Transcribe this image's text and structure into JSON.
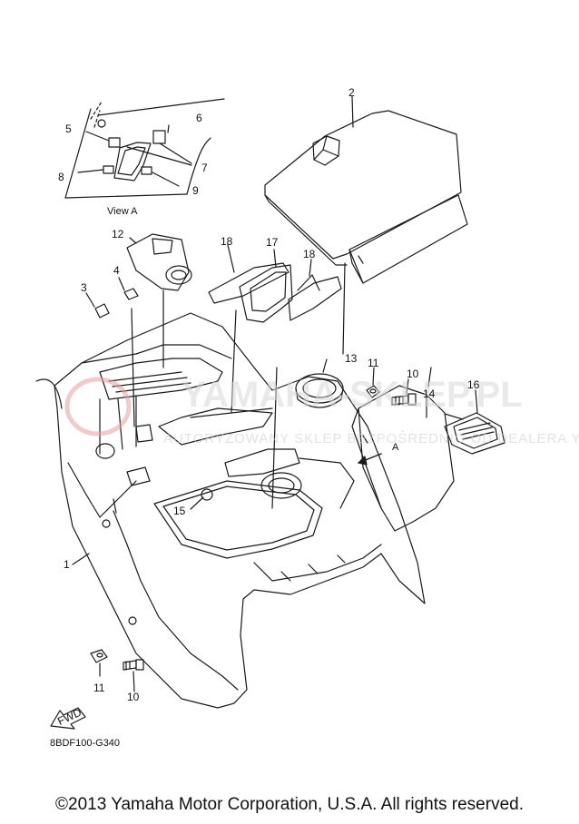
{
  "diagram": {
    "callouts": {
      "c1": "1",
      "c2": "2",
      "c3": "3",
      "c4": "4",
      "c5": "5",
      "c6": "6",
      "c7": "7",
      "c8": "8",
      "c9": "9",
      "c10a": "10",
      "c10b": "10",
      "c11a": "11",
      "c11b": "11",
      "c12": "12",
      "c13": "13",
      "c14": "14",
      "c15": "15",
      "c16": "16",
      "c17": "17",
      "c18a": "18",
      "c18b": "18"
    },
    "view_label": "View A",
    "view_arrow_label": "A",
    "fwd_label": "FWD",
    "drawing_code": "8BDF100-G340",
    "watermark": "YAMAHA-SKLEP.PL",
    "watermark_sub": "AUTORYZOWANY SKLEP BEZPOŚREDNIO OD DEALERA YAMAHA"
  },
  "footer": {
    "copyright": "©2013 Yamaha Motor Corporation, U.S.A. All rights reserved."
  },
  "colors": {
    "line": "#1a1a1a",
    "watermark": "#d8d8d8",
    "watermark_logo": "#e6a0a0"
  }
}
